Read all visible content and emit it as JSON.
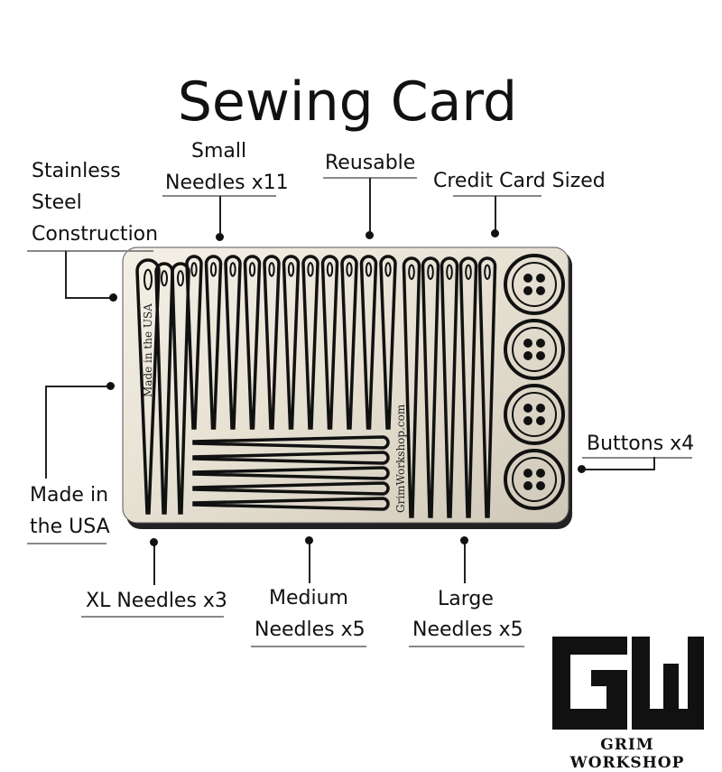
{
  "title": "Sewing Card",
  "labels": {
    "stainless": [
      "Stainless",
      "Steel",
      "Construction"
    ],
    "small": [
      "Small",
      "Needles x11"
    ],
    "reusable": "Reusable",
    "credit": "Credit Card Sized",
    "usa": [
      "Made in",
      "the USA"
    ],
    "xl": "XL Needles x3",
    "medium": [
      "Medium",
      "Needles x5"
    ],
    "large": [
      "Large",
      "Needles x5"
    ],
    "buttons": "Buttons x4"
  },
  "card": {
    "engraving_left": "Made in the USA",
    "engraving_right": "GrimWorkshop.com",
    "xl_needles": 3,
    "small_needles": 11,
    "medium_needles": 5,
    "large_needles": 5,
    "buttons": 4
  },
  "logo": {
    "mark": "GW",
    "text": "GRIM WORKSHOP"
  }
}
